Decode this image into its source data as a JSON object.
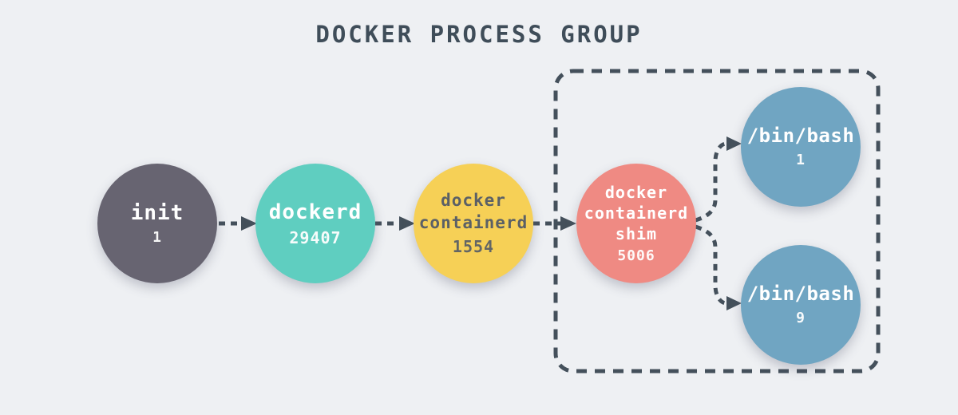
{
  "title": "DOCKER PROCESS GROUP",
  "colors": {
    "background": "#eef0f3",
    "title_text": "#3f4d59",
    "connector": "#44505b",
    "white_text": "#ffffff",
    "dark_text": "#5b6066",
    "init_fill": "#676471",
    "dockerd_fill": "#5fcec0",
    "containerd_fill": "#f6d056",
    "shim_fill": "#ef8a83",
    "bash_fill": "#70a5c2"
  },
  "nodes": {
    "init": {
      "label": "init",
      "pid": "1"
    },
    "dockerd": {
      "label": "dockerd",
      "pid": "29407"
    },
    "containerd": {
      "line1": "docker",
      "line2": "containerd",
      "pid": "1554"
    },
    "shim": {
      "line1": "docker",
      "line2": "containerd",
      "line3": "shim",
      "pid": "5006"
    },
    "bash_top": {
      "label": "/bin/bash",
      "pid": "1"
    },
    "bash_bottom": {
      "label": "/bin/bash",
      "pid": "9"
    }
  }
}
